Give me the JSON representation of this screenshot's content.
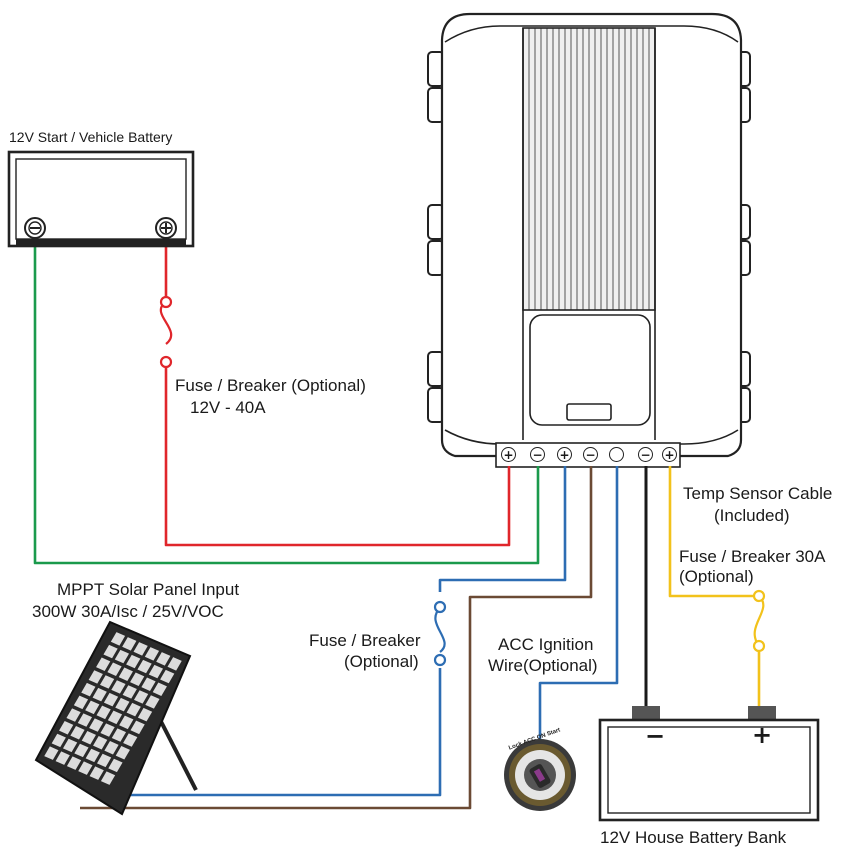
{
  "labels": {
    "vehicle_battery": "12V Start / Vehicle Battery",
    "fuse_optional_1": "Fuse / Breaker  (Optional)",
    "fuse_rating_1": "12V - 40A",
    "solar_title": "MPPT Solar Panel Input",
    "solar_spec": "300W   30A/Isc  /  25V/VOC",
    "fuse_2_line1": "Fuse / Breaker",
    "fuse_2_line2": "(Optional)",
    "acc_line1": "ACC Ignition",
    "acc_line2": "Wire(Optional)",
    "temp_line1": "Temp Sensor Cable",
    "temp_line2": "(Included)",
    "fuse_3_line1": "Fuse / Breaker 30A",
    "fuse_3_line2": "(Optional)",
    "house_battery": "12V House Battery Bank",
    "minus_sign": "−",
    "plus_sign": "+",
    "ignition_text": "Lock ACC ON Start"
  },
  "terminals": [
    "+",
    "−",
    "+",
    "−",
    "",
    "−",
    "+"
  ],
  "colors": {
    "red": "#e0262b",
    "green": "#1a9a4c",
    "blue": "#2d6db3",
    "brown": "#6b4a34",
    "yellow": "#f2c21b",
    "black": "#1a1a1a",
    "device_fill": "#ffffff",
    "heatsink": "#eaeaea",
    "panel_dark": "#2a2a2a",
    "panel_cell": "#dcdcdc",
    "battery_post": "#555555"
  },
  "icons": [
    "fuse-icon",
    "terminal-plus-icon",
    "terminal-minus-icon",
    "solar-panel-icon",
    "ignition-switch-icon",
    "battery-icon"
  ]
}
